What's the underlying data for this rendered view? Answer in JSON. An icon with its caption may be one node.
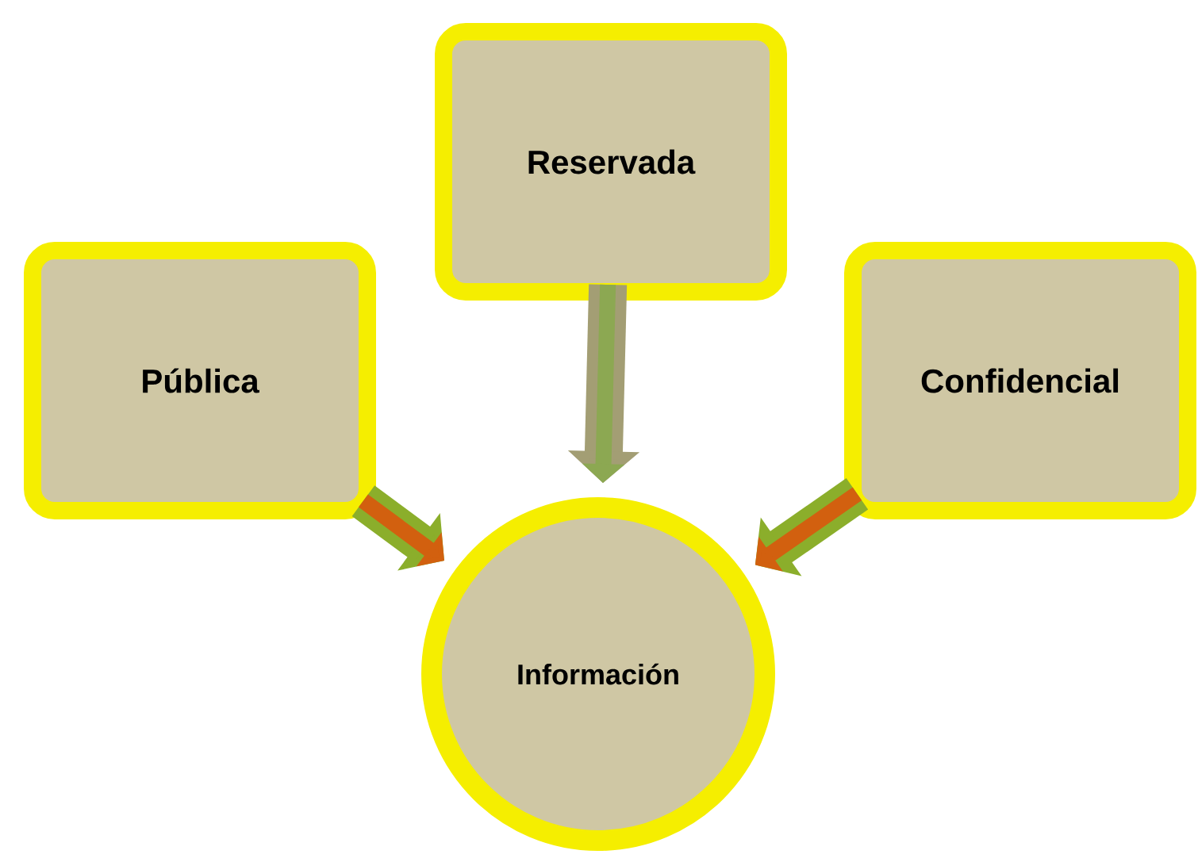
{
  "diagram": {
    "nodes": [
      {
        "text": [
          "Reservada"
        ]
      },
      {
        "text": [
          "Pública"
        ]
      },
      {
        "text": [
          "Confidencial"
        ]
      },
      {
        "text": [
          "Información"
        ]
      }
    ],
    "edges": [
      {
        "from": 0,
        "to": 3,
        "arrow": "to",
        "color": "#a39e74"
      },
      {
        "from": 1,
        "to": 3,
        "arrow": "to"
      },
      {
        "from": 2,
        "to": 3,
        "arrow": "to"
      }
    ]
  }
}
